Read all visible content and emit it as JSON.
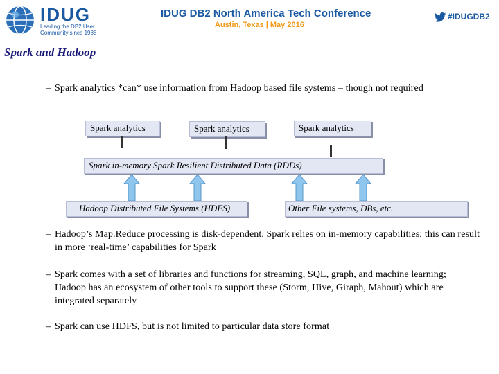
{
  "header": {
    "logo_text": "IDUG",
    "logo_subtitle": "Leading the DB2 User Community since 1988",
    "conference_title": "IDUG DB2 North America Tech Conference",
    "conference_subtitle": "Austin, Texas  |  May 2016",
    "hashtag": "#IDUGDB2"
  },
  "slide": {
    "title": "Spark and Hadoop",
    "bullet_dash": "–",
    "bullets": [
      "Spark analytics *can* use information from Hadoop based file systems – though not required",
      "Hadoop’s  Map.Reduce processing is disk-dependent,  Spark relies on in-memory capabilities; this can result in more ‘real-time’ capabilities for Spark",
      "Spark comes with a set of libraries and functions for streaming, SQL, graph,  and machine learning;   Hadoop has an ecosystem of other tools to support these (Storm, Hive, Giraph, Mahout) which are integrated separately",
      "Spark can use HDFS, but is not limited to particular data store format"
    ]
  },
  "diagram": {
    "analytics_boxes": [
      "Spark analytics",
      "Spark analytics",
      "Spark analytics"
    ],
    "rdd_layer": "Spark in-memory Spark Resilient Distributed Data (RDDs)",
    "hdfs_box": "Hadoop Distributed File Systems (HDFS)",
    "other_box": "Other File systems, DBs, etc."
  },
  "colors": {
    "brand_blue": "#1b5aa3",
    "brand_orange": "#f09a1a",
    "title_navy": "#1a1a7a",
    "box_fill": "#e3e6f3",
    "arrow_fill": "#8fc6ee"
  }
}
